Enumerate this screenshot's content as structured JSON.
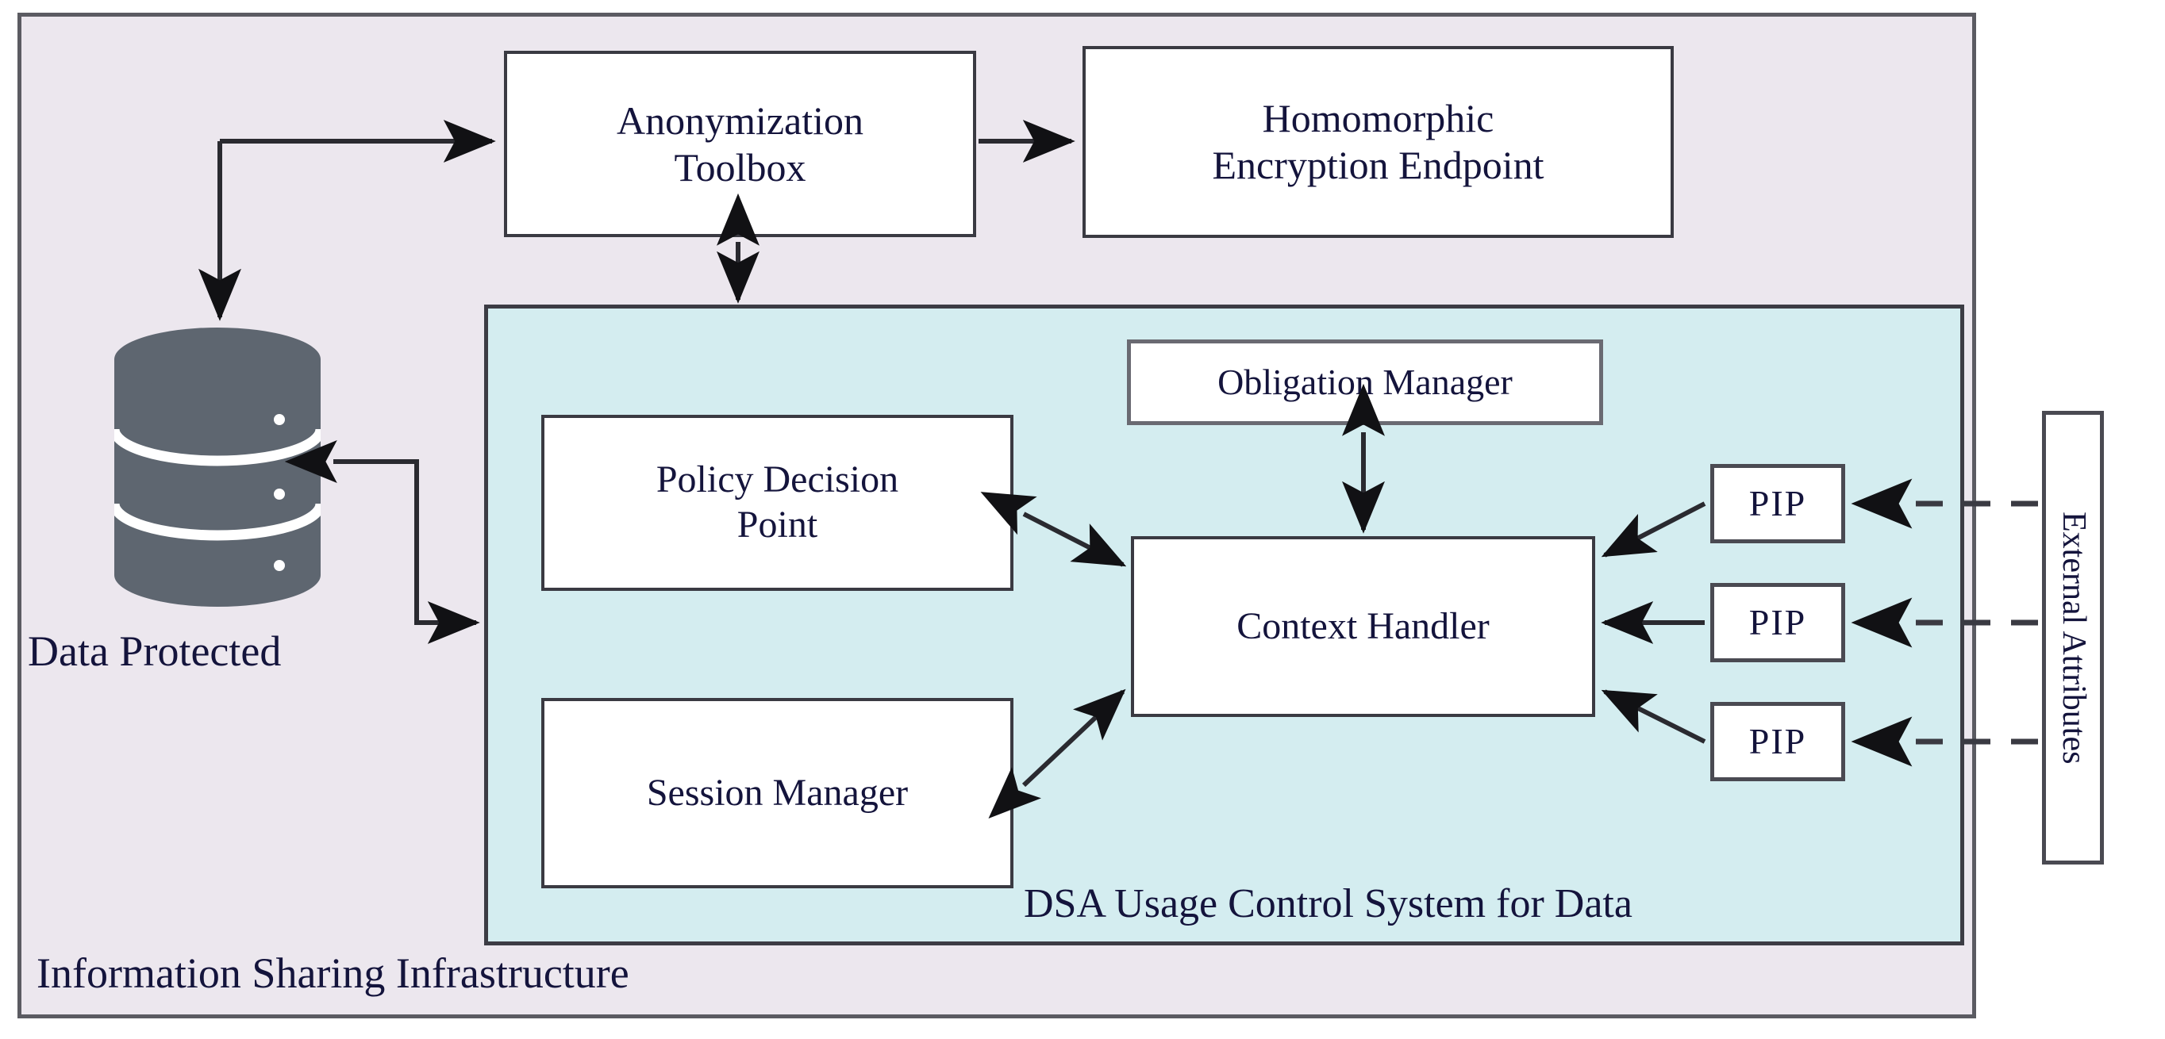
{
  "diagram": {
    "title": "DSA Usage Control System for Data within Information Sharing Infrastructure",
    "colors": {
      "outer_background": "#ECE7EE",
      "outer_border": "#5B5B62",
      "dsa_background": "#D4EDF0",
      "dsa_border": "#3C3C44",
      "node_background": "#FFFFFF",
      "node_border": "#3A3A42",
      "text": "#14143C",
      "database_fill": "#5E6670",
      "arrow": "#1A1A1A"
    },
    "outer_container": {
      "name": "Information Sharing Infrastructure",
      "caption": "Information Sharing Infrastructure"
    },
    "inner_container": {
      "name": "DSA Usage Control System for Data",
      "caption": "DSA Usage Control System for Data"
    },
    "nodes": {
      "anonymization_toolbox": "Anonymization\nToolbox",
      "homomorphic_endpoint": "Homomorphic\nEncryption Endpoint",
      "obligation_manager": "Obligation Manager",
      "policy_decision_point": "Policy Decision\nPoint",
      "context_handler": "Context Handler",
      "session_manager": "Session Manager",
      "external_attributes": "External Attributes"
    },
    "pips": [
      {
        "label": "PIP"
      },
      {
        "label": "PIP"
      },
      {
        "label": "PIP"
      }
    ],
    "datastore": {
      "label": "Data Protected",
      "icon": "database-cylinder",
      "disc_count": 3
    },
    "connections": [
      {
        "from": "Anonymization Toolbox",
        "to": "Homomorphic Encryption Endpoint",
        "style": "solid",
        "arrow": "single"
      },
      {
        "from": "Elbow junction",
        "to": "Anonymization Toolbox",
        "style": "solid",
        "arrow": "single"
      },
      {
        "from": "Elbow junction",
        "to": "Data Protected",
        "style": "solid",
        "arrow": "single"
      },
      {
        "from": "Anonymization Toolbox",
        "to": "DSA Usage Control System for Data",
        "style": "solid",
        "arrow": "double"
      },
      {
        "from": "DSA Usage Control System for Data",
        "to": "Data Protected",
        "style": "solid",
        "arrow": "double"
      },
      {
        "from": "Policy Decision Point",
        "to": "Context Handler",
        "style": "solid",
        "arrow": "double"
      },
      {
        "from": "Session Manager",
        "to": "Context Handler",
        "style": "solid",
        "arrow": "double"
      },
      {
        "from": "Obligation Manager",
        "to": "Context Handler",
        "style": "solid",
        "arrow": "double"
      },
      {
        "from": "PIP 1",
        "to": "Context Handler",
        "style": "solid",
        "arrow": "single"
      },
      {
        "from": "PIP 2",
        "to": "Context Handler",
        "style": "solid",
        "arrow": "single"
      },
      {
        "from": "PIP 3",
        "to": "Context Handler",
        "style": "solid",
        "arrow": "single"
      },
      {
        "from": "External Attributes",
        "to": "PIP 1",
        "style": "dashed",
        "arrow": "single"
      },
      {
        "from": "External Attributes",
        "to": "PIP 2",
        "style": "dashed",
        "arrow": "single"
      },
      {
        "from": "External Attributes",
        "to": "PIP 3",
        "style": "dashed",
        "arrow": "single"
      }
    ]
  }
}
